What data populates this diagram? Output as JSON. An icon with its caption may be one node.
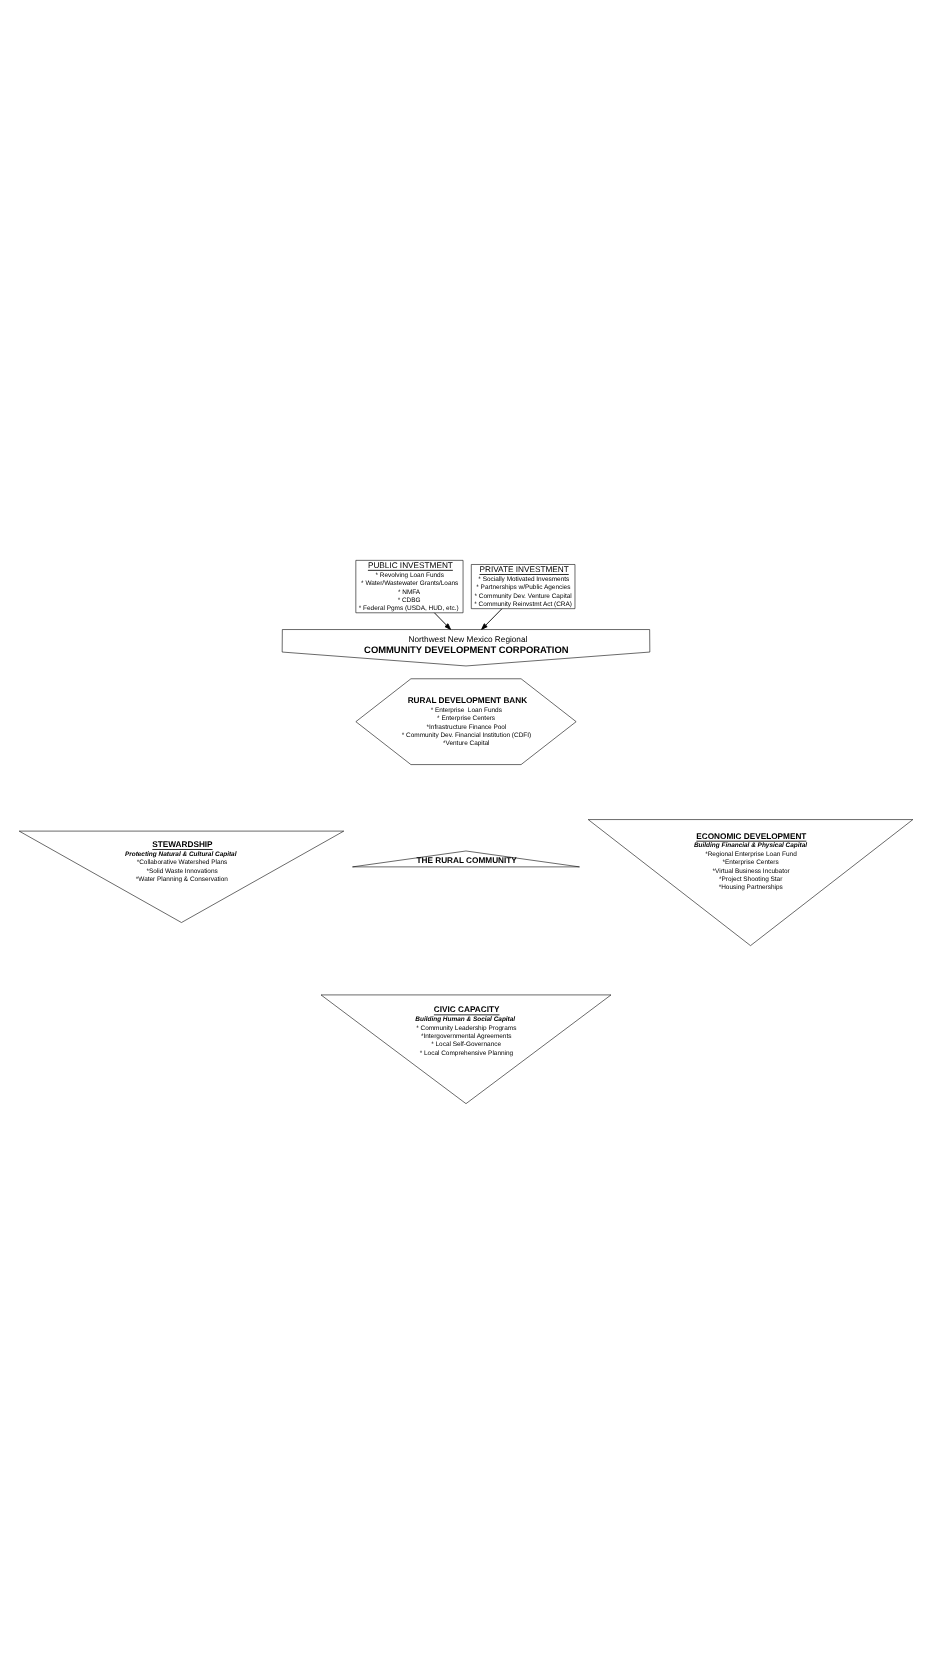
{
  "diagram": {
    "nodes": [
      {
        "text": [
          "PUBLIC INVESTMENT",
          "* Revolving Loan Funds",
          "* Water/Wastewater Grants/Loans",
          "* NMFA",
          "* CDBG",
          "* Federal Pgms (USDA, HUD, etc.)"
        ]
      },
      {
        "text": [
          "PRIVATE INVESTMENT",
          "* Socially Motivated Invesments",
          "* Partnerships w/Public Agencies",
          "* Community Dev. Venture Capital",
          "* Community Reinvstmt Act (CRA)"
        ]
      },
      {
        "text": [
          "Northwest New Mexico Regional",
          "COMMUNITY DEVELOPMENT CORPORATION"
        ]
      },
      {
        "text": [
          "RURAL DEVELOPMENT BANK",
          "* Enterprise  Loan Funds",
          "* Enterprise Centers",
          "*Infrastructure Finance Pool",
          "* Community Dev. Financial Institution (CDFI)",
          "*Venture Capital"
        ]
      },
      {
        "text": [
          "STEWARDSHIP",
          "Protecting Natural & Cultural Capital",
          "*Collaborative Watershed Plans",
          "*Solid Waste Innovations",
          "*Water Planning & Conservation"
        ]
      },
      {
        "text": [
          "ECONOMIC DEVELOPMENT",
          "Building Financial & Physical Capital",
          "*Regional Enterprise Loan Fund",
          "*Enterprise Centers",
          "*Virtual Business Incubator",
          "*Project Shooting Star",
          "*Housing Partnerships"
        ]
      },
      {
        "text": [
          "THE RURAL COMMUNITY"
        ]
      },
      {
        "text": [
          "CIVIC CAPACITY",
          "Building Human & Social Capital",
          "* Community Leadership Programs",
          "*Intergovernmental Agreements",
          "* Local Self-Governance",
          "* Local Comprehensive Planning"
        ]
      }
    ],
    "edges": [
      {
        "from": 0,
        "to": 2,
        "arrow": "to"
      },
      {
        "from": 1,
        "to": 2,
        "arrow": "to"
      }
    ]
  }
}
